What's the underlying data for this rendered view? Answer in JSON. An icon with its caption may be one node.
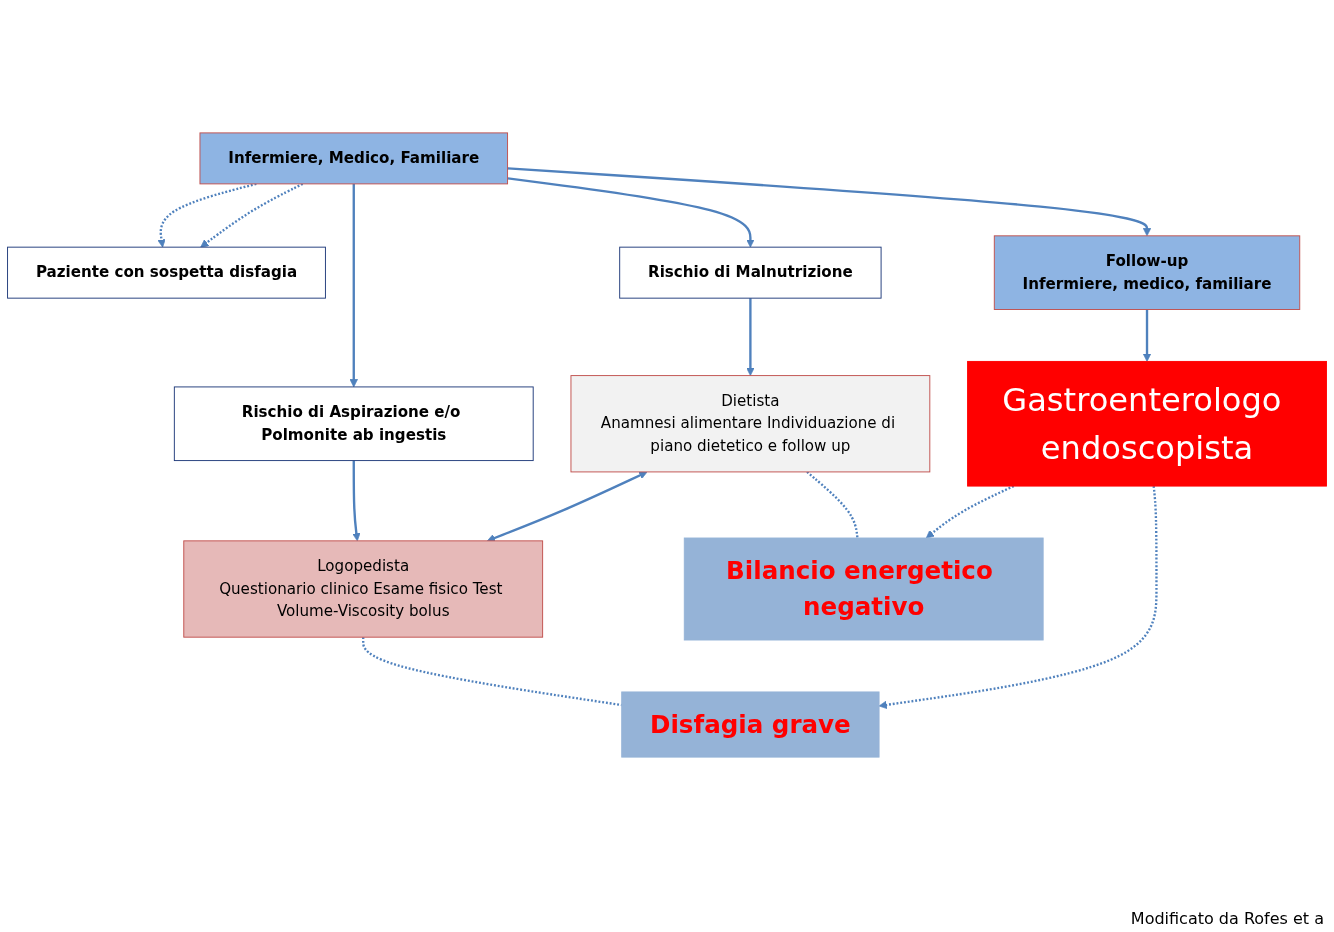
{
  "diagram": {
    "nodes": [
      {
        "text": [
          "Paziente con sospetta disfagia"
        ]
      },
      {
        "text": [
          "Infermiere, Medico, Familiare"
        ]
      },
      {
        "text": [
          "Rischio di Malnutrizione"
        ]
      },
      {
        "text": [
          "Rischio di Aspirazione e/o Polmonite ab ingestis"
        ]
      },
      {
        "text": [
          "Dietista",
          "Anamnesi alimentare Individuazione di piano dietetico e follow up"
        ]
      },
      {
        "text": [
          "Follow-up",
          "Infermiere, medico, familiare"
        ]
      },
      {
        "text": [
          "Logopedista",
          "Questionario clinico Esame fisico Test Volume-Viscosity bolus"
        ]
      },
      {
        "text": [
          "Bilancio energetico negativo"
        ]
      },
      {
        "text": [
          "Disfagia grave"
        ]
      },
      {
        "text": [
          "Gastroenterologo endoscopista"
        ]
      }
    ],
    "edges": [
      {
        "from": 1,
        "to": 0,
        "arrow": "to",
        "style": "dashed"
      },
      {
        "from": 1,
        "to": 0,
        "arrow": "to",
        "style": "dashed"
      },
      {
        "from": 1,
        "to": 2,
        "arrow": "to"
      },
      {
        "from": 1,
        "to": 5,
        "arrow": "to"
      },
      {
        "from": 1,
        "to": 3,
        "arrow": "to"
      },
      {
        "from": 2,
        "to": 4,
        "arrow": "to"
      },
      {
        "from": 3,
        "to": 6,
        "arrow": "to"
      },
      {
        "from": 4,
        "to": 6,
        "arrow": "both"
      },
      {
        "from": 4,
        "to": 7,
        "arrow": "none",
        "style": "dashed"
      },
      {
        "from": 6,
        "to": 8,
        "arrow": "none",
        "style": "dashed"
      },
      {
        "from": 5,
        "to": 9,
        "arrow": "to"
      },
      {
        "from": 9,
        "to": 7,
        "arrow": "to",
        "style": "dashed"
      },
      {
        "from": 9,
        "to": 8,
        "arrow": "to",
        "style": "dashed"
      }
    ],
    "labels": [
      "Modificato da Rofes et a"
    ]
  }
}
